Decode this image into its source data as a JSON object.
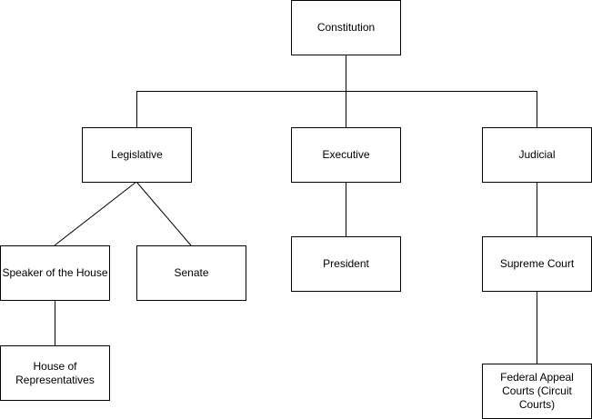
{
  "diagram": {
    "nodes": {
      "constitution": "Constitution",
      "legislative": "Legislative",
      "executive": "Executive",
      "judicial": "Judicial",
      "speaker": "Speaker of the House",
      "senate": "Senate",
      "president": "President",
      "supreme_court": "Supreme Court",
      "house": "House of\nRepresentatives",
      "federal_appeal": "Federal Appeal\nCourts (Circuit\nCourts)"
    },
    "edges": [
      {
        "from": "Constitution",
        "to": "Legislative"
      },
      {
        "from": "Constitution",
        "to": "Executive"
      },
      {
        "from": "Constitution",
        "to": "Judicial"
      },
      {
        "from": "Legislative",
        "to": "Speaker of the House"
      },
      {
        "from": "Legislative",
        "to": "Senate"
      },
      {
        "from": "Speaker of the House",
        "to": "House of Representatives"
      },
      {
        "from": "Executive",
        "to": "President"
      },
      {
        "from": "Judicial",
        "to": "Supreme Court"
      },
      {
        "from": "Supreme Court",
        "to": "Federal Appeal Courts (Circuit Courts)"
      }
    ],
    "colors": {
      "stroke": "#000000",
      "fill": "#ffffff"
    }
  }
}
